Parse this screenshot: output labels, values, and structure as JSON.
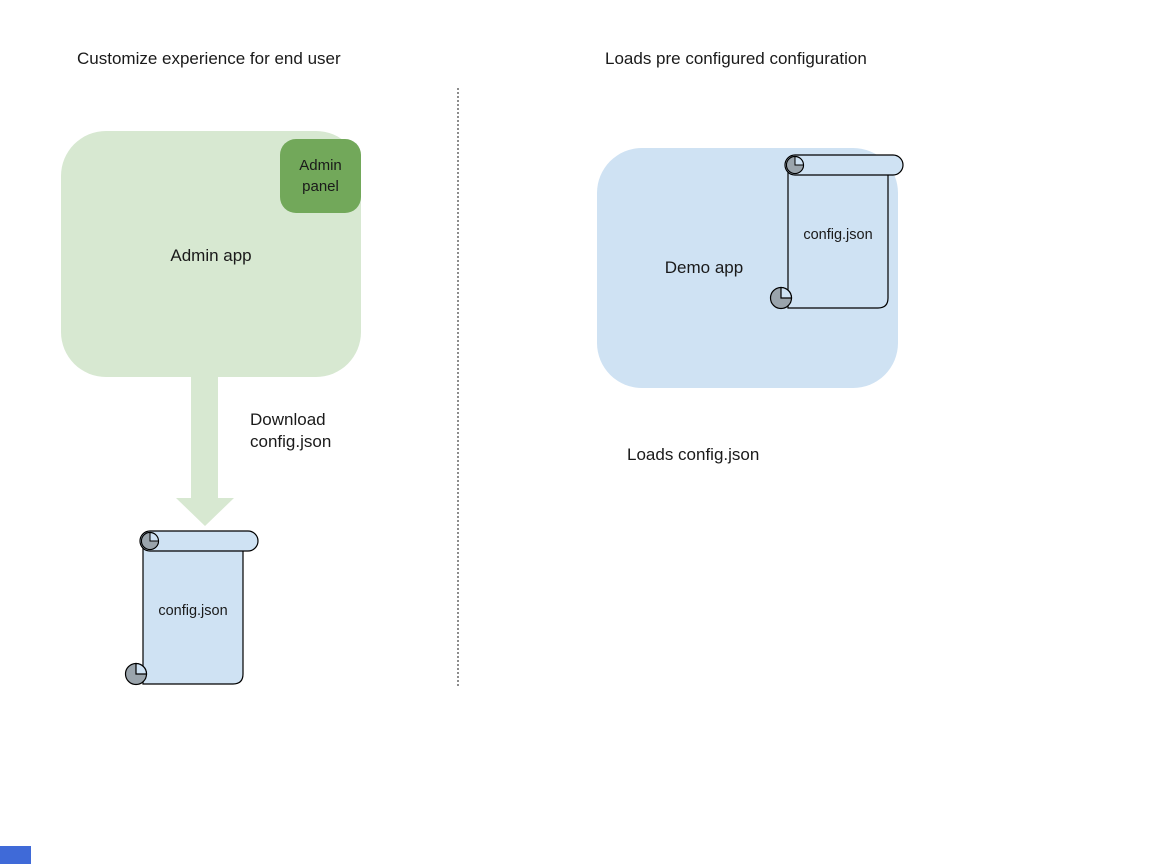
{
  "diagram": {
    "left": {
      "title": "Customize experience for end user",
      "admin_app_label": "Admin app",
      "admin_panel_label": "Admin panel",
      "download_label": "Download config.json",
      "config_file_label": "config.json"
    },
    "right": {
      "title": "Loads pre configured configuration",
      "demo_app_label": "Demo app",
      "config_file_label": "config.json",
      "caption": "Loads config.json"
    },
    "colors": {
      "admin_app_fill": "#d7e8d1",
      "admin_panel_fill": "#72a85a",
      "arrow_fill": "#d7e8d1",
      "demo_app_fill": "#cfe2f3",
      "scroll_fill": "#cfe2f3",
      "scroll_curl_gray": "#9aa4ac",
      "outline": "#000000",
      "divider_gray": "#8d8d8d",
      "corner_accent": "#3f6ad8"
    }
  }
}
